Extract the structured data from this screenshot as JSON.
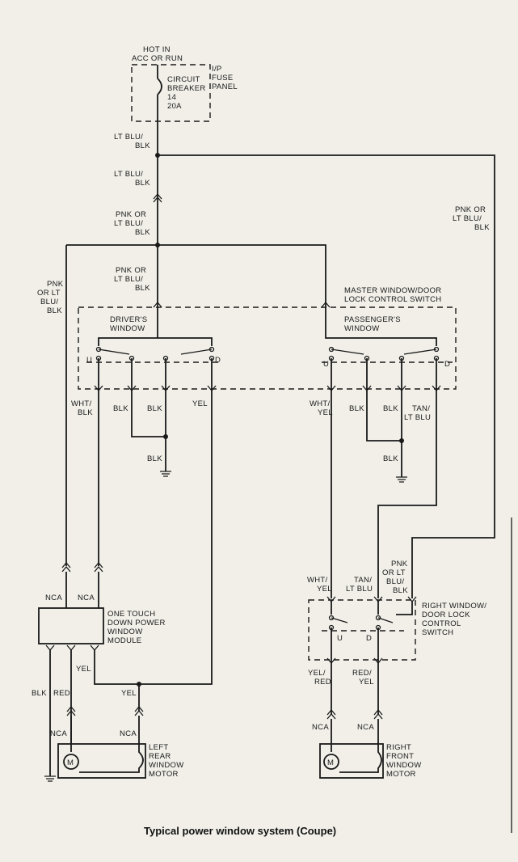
{
  "caption": "Typical power window system (Coupe)",
  "power": {
    "l1": "HOT IN",
    "l2": "ACC OR RUN"
  },
  "fuse": {
    "l1": "CIRCUIT",
    "l2": "BREAKER",
    "l3": "14",
    "l4": "20A"
  },
  "ip": {
    "l1": "I/P",
    "l2": "FUSE",
    "l3": "PANEL"
  },
  "wires": {
    "ltblu_slash": "LT BLU/",
    "blk": "BLK",
    "pnk_or": "PNK OR",
    "ltblu": "LT BLU/",
    "pnk": "PNK",
    "or_lt": "OR LT",
    "blu_slash": "BLU/",
    "wht_slash": "WHT/",
    "yel": "YEL",
    "tan_slash": "TAN/",
    "lt_blu": "LT BLU",
    "red": "RED",
    "red_slash": "RED/",
    "yel_slash": "YEL/",
    "nca": "NCA"
  },
  "master": {
    "l1": "MASTER WINDOW/DOOR",
    "l2": "LOCK CONTROL SWITCH"
  },
  "driver": {
    "l1": "DRIVER'S",
    "l2": "WINDOW"
  },
  "passenger": {
    "l1": "PASSENGER'S",
    "l2": "WINDOW"
  },
  "switch_pos": {
    "up": "U",
    "down": "D"
  },
  "module": {
    "l1": "ONE TOUCH",
    "l2": "DOWN POWER",
    "l3": "WINDOW",
    "l4": "MODULE"
  },
  "right_switch": {
    "l1": "RIGHT WINDOW/",
    "l2": "DOOR LOCK",
    "l3": "CONTROL",
    "l4": "SWITCH"
  },
  "left_motor": {
    "l1": "LEFT",
    "l2": "REAR",
    "l3": "WINDOW",
    "l4": "MOTOR"
  },
  "right_motor": {
    "l1": "RIGHT",
    "l2": "FRONT",
    "l3": "WINDOW",
    "l4": "MOTOR"
  },
  "motor_symbol": "M"
}
